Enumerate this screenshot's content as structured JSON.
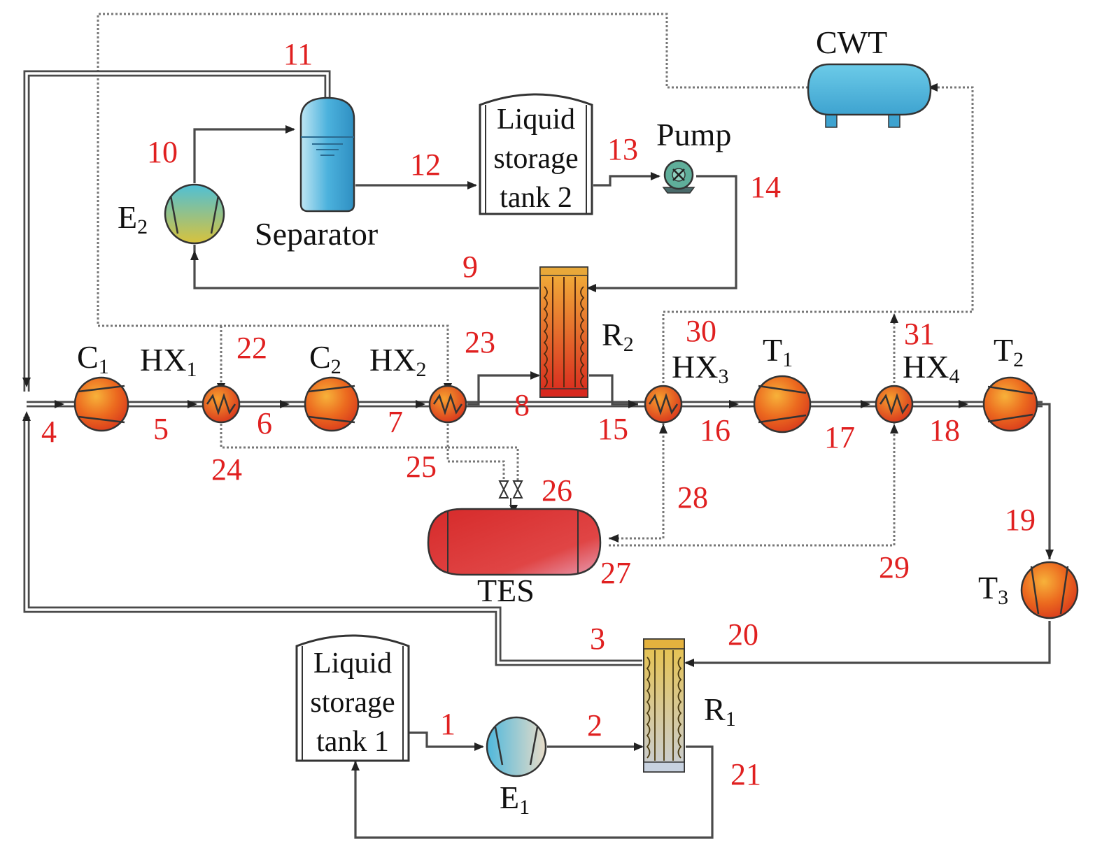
{
  "components": {
    "C1": {
      "base": "C",
      "sub": "1"
    },
    "HX1": {
      "base": "HX",
      "sub": "1"
    },
    "C2": {
      "base": "C",
      "sub": "2"
    },
    "HX2": {
      "base": "HX",
      "sub": "2"
    },
    "R2": {
      "base": "R",
      "sub": "2"
    },
    "HX3": {
      "base": "HX",
      "sub": "3"
    },
    "T1": {
      "base": "T",
      "sub": "1"
    },
    "HX4": {
      "base": "HX",
      "sub": "4"
    },
    "T2": {
      "base": "T",
      "sub": "2"
    },
    "T3": {
      "base": "T",
      "sub": "3"
    },
    "R1": {
      "base": "R",
      "sub": "1"
    },
    "E1": {
      "base": "E",
      "sub": "1"
    },
    "E2": {
      "base": "E",
      "sub": "2"
    },
    "separator": "Separator",
    "pump": "Pump",
    "cwt": "CWT",
    "tes": "TES",
    "tank1": {
      "line1": "Liquid",
      "line2": "storage",
      "line3": "tank 1"
    },
    "tank2": {
      "line1": "Liquid",
      "line2": "storage",
      "line3": "tank 2"
    }
  },
  "stream_numbers": {
    "s1": "1",
    "s2": "2",
    "s3": "3",
    "s4": "4",
    "s5": "5",
    "s6": "6",
    "s7": "7",
    "s8": "8",
    "s9": "9",
    "s10": "10",
    "s11": "11",
    "s12": "12",
    "s13": "13",
    "s14": "14",
    "s15": "15",
    "s16": "16",
    "s17": "17",
    "s18": "18",
    "s19": "19",
    "s20": "20",
    "s21": "21",
    "s22": "22",
    "s23": "23",
    "s24": "24",
    "s25": "25",
    "s26": "26",
    "s27": "27",
    "s28": "28",
    "s29": "29",
    "s30": "30",
    "s31": "31"
  },
  "colors": {
    "number_red": "#e02020",
    "pipe": "#4a4a4a",
    "dotted_line": "#777777",
    "hot_machine": "#e84a1a",
    "cold_machine": "#5ab8d8",
    "cwt_blue": "#4fb3d9",
    "tes_red": "#d93030"
  }
}
